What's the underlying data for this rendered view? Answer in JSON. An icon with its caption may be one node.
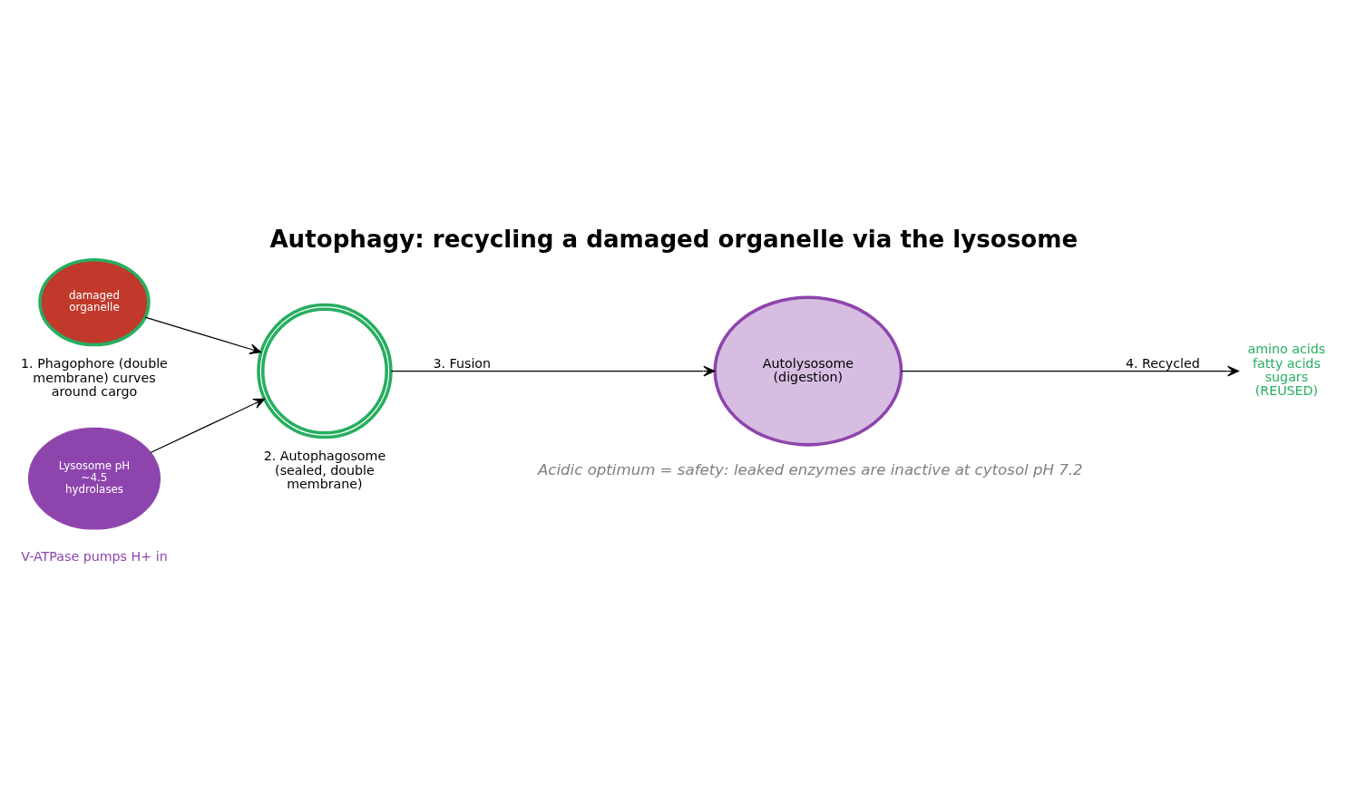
{
  "diagram": {
    "title": "Autophagy: recycling a damaged organelle via the lysosome",
    "caption": "Acidic optimum = safety: leaked enzymes are inactive at cytosol pH 7.2",
    "nodes": [
      {
        "text": [
          "damaged organelle"
        ],
        "beside": [
          "1. Phagophore (double membrane) curves around cargo"
        ]
      },
      {
        "text": [],
        "shape": "circle",
        "beside": [
          "2. Autophagosome (sealed, double membrane)"
        ]
      },
      {
        "text": [
          "Autolysosome (digestion)"
        ]
      },
      {
        "text": [
          "amino acids fatty acids sugars (REUSED)"
        ]
      },
      {
        "text": [
          "Lysosome pH ~4.5 hydrolases"
        ],
        "beside": [
          "V-ATPase pumps H+ in"
        ]
      }
    ],
    "edges": [
      {
        "from": 0,
        "to": 1,
        "arrow": "to"
      },
      {
        "from": 1,
        "to": 2,
        "arrow": "to",
        "label": "3. Fusion"
      },
      {
        "from": 2,
        "to": 3,
        "arrow": "to",
        "label": "4. Recycled"
      },
      {
        "from": 4,
        "to": 1,
        "arrow": "to"
      }
    ]
  }
}
